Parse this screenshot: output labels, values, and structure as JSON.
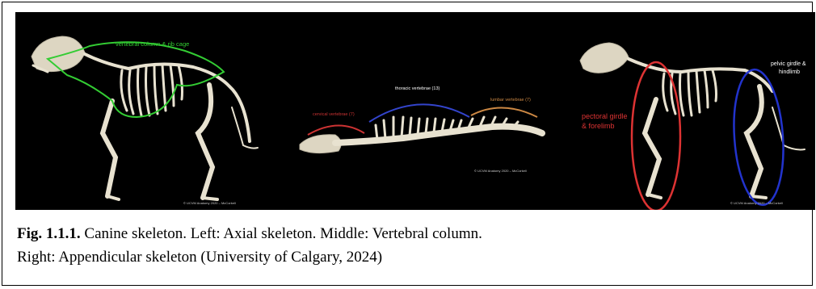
{
  "figure": {
    "left_panel": {
      "label": "vertebral column & rib cage",
      "label_color": "#33cc33",
      "copyright": "© UCVM Anatomy 2020 – McCorkell"
    },
    "middle_panel": {
      "cervical": "cervical vertebrae (7)",
      "thoracic": "thoracic vertebrae (13)",
      "lumbar": "lumbar vertebrae (7)",
      "cervical_color": "#cc3333",
      "thoracic_color": "#3344cc",
      "lumbar_color": "#cc8844",
      "copyright": "© UCVM Anatomy 2020 – McCorkell"
    },
    "right_panel": {
      "pectoral_line1": "pectoral girdle",
      "pectoral_line2": "& forelimb",
      "pelvic_line1": "pelvic girdle &",
      "pelvic_line2": "hindlimb",
      "pectoral_color": "#dd3333",
      "pelvic_color": "#2233cc",
      "copyright": "© UCVM Anatomy 2020 – McCorkell"
    }
  },
  "caption": {
    "number": "Fig. 1.1.1.",
    "line1": " Canine skeleton. Left: Axial skeleton. Middle: Vertebral column.",
    "line2": "Right: Appendicular skeleton (University of Calgary, 2024)"
  }
}
